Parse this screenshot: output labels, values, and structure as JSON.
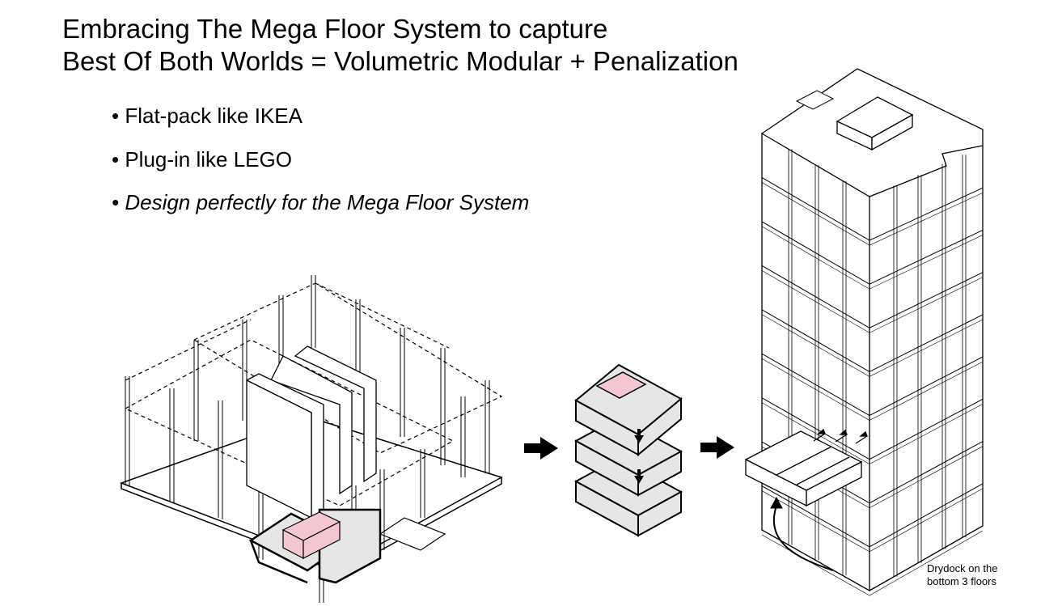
{
  "title": {
    "line1": "Embracing The Mega Floor System to capture",
    "line2": "Best Of Both Worlds = Volumetric Modular + Penalization"
  },
  "bullets": [
    {
      "text": "• Flat-pack like IKEA"
    },
    {
      "text": "• Plug-in like LEGO"
    },
    {
      "text": "• Design perfectly for the Mega Floor System"
    }
  ],
  "caption": {
    "line1": "Drydock on the",
    "line2": "bottom 3 floors"
  },
  "colors": {
    "accent_pink": "#f4c6d2",
    "module_gray": "#e6e6e6",
    "line": "#000000"
  },
  "icons": [
    "arrow-right-icon",
    "arrow-right-icon",
    "arrow-down-icon",
    "arrow-down-icon",
    "curved-arrow-icon"
  ]
}
